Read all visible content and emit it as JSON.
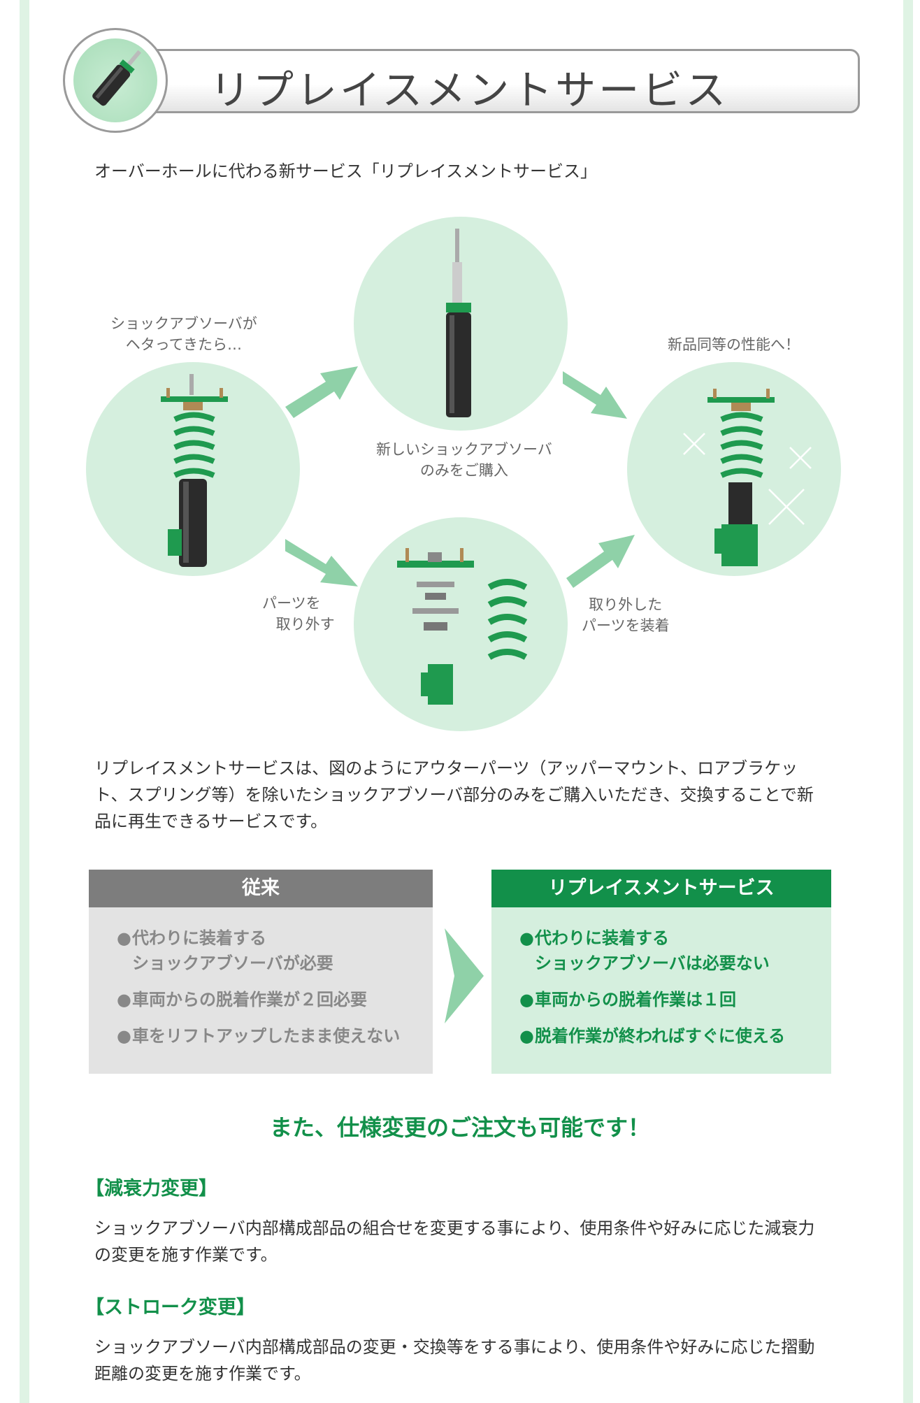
{
  "banner": {
    "title": "リプレイスメントサービス"
  },
  "intro": "オーバーホールに代わる新サービス「リプレイスメントサービス」",
  "diagram": {
    "cap_left": [
      "ショックアブソーバが",
      "ヘタってきたら…"
    ],
    "cap_top": [
      "新しいショックアブソーバ",
      "のみをご購入"
    ],
    "cap_right": "新品同等の性能へ！",
    "cap_bottom_left": [
      "パーツを",
      "取り外す"
    ],
    "cap_bottom_right": [
      "取り外した",
      "パーツを装着"
    ]
  },
  "description": "リプレイスメントサービスは、図のようにアウターパーツ（アッパーマウント、ロアブラケット、スプリング等）を除いたショックアブソーバ部分のみをご購入いただき、交換することで新品に再生できるサービスです。",
  "compare": {
    "left": {
      "title": "従来",
      "items": [
        [
          "代わりに装着する",
          "ショックアブソーバが必要"
        ],
        [
          "車両からの脱着作業が２回必要"
        ],
        [
          "車をリフトアップしたまま使えない"
        ]
      ]
    },
    "right": {
      "title": "リプレイスメントサービス",
      "items": [
        [
          "代わりに装着する",
          "ショックアブソーバは必要ない"
        ],
        [
          "車両からの脱着作業は１回"
        ],
        [
          "脱着作業が終わればすぐに使える"
        ]
      ]
    }
  },
  "headline": "また、仕様変更のご注文も可能です！",
  "sections": [
    {
      "title": "【減衰力変更】",
      "body": "ショックアブソーバ内部構成部品の組合せを変更する事により、使用条件や好みに応じた減衰力の変更を施す作業です。"
    },
    {
      "title": "【ストローク変更】",
      "body": "ショックアブソーバ内部構成部品の変更・交換等をする事により、使用条件や好みに応じた摺動距離の変更を施す作業です。"
    }
  ]
}
